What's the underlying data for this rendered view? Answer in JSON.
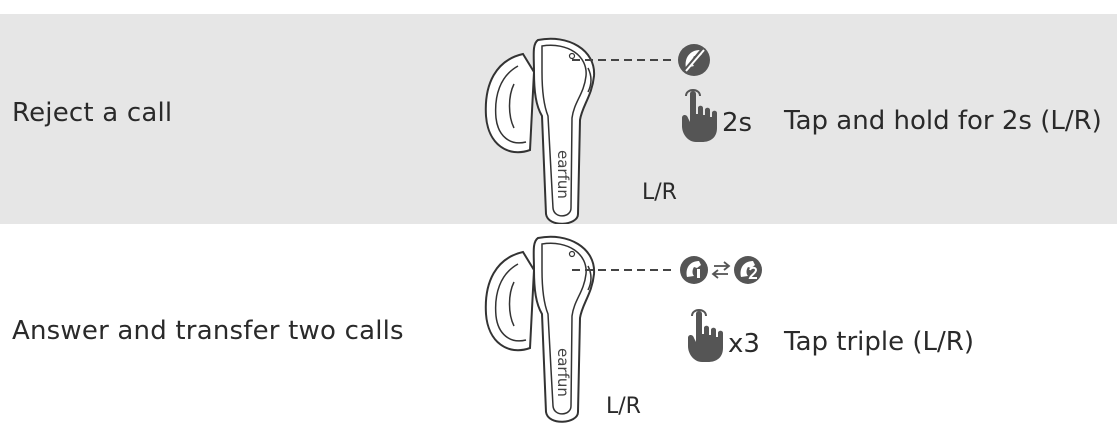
{
  "rows": [
    {
      "action": "Reject a call",
      "side": "L/R",
      "count": "2s",
      "description": "Tap and hold for 2s (L/R)",
      "icons": [
        "phone-reject-icon"
      ]
    },
    {
      "action": "Answer and transfer two calls",
      "side": "L/R",
      "count": "x3",
      "description": "Tap triple (L/R)",
      "icons": [
        "phone-call-1-icon",
        "swap-arrows-icon",
        "phone-call-2-icon"
      ]
    }
  ],
  "earbud": {
    "brand": "earfun"
  },
  "colors": {
    "band": "#e6e6e6",
    "ink": "#2a2a2a",
    "icon": "#555555"
  }
}
